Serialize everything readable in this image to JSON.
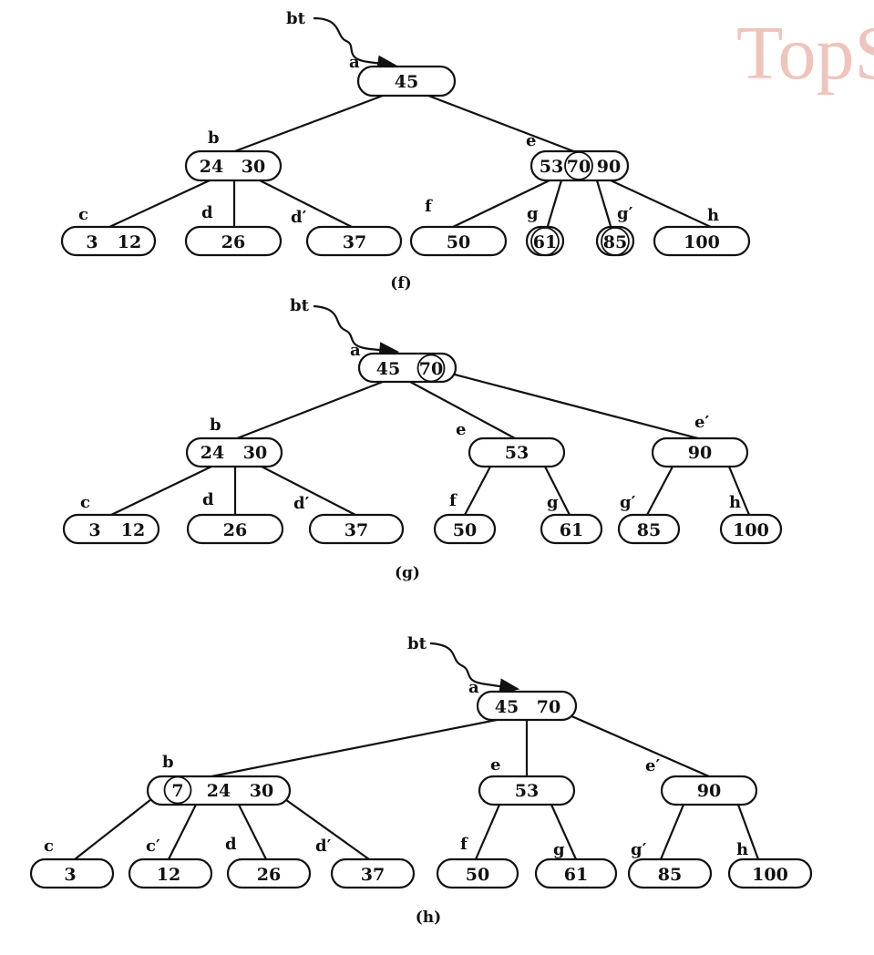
{
  "watermark": "TopS",
  "diagrams": [
    {
      "caption": "(f)",
      "root_pointer": "bt",
      "nodes": [
        {
          "id": "f-a",
          "label": "a",
          "keys": [
            "45"
          ]
        },
        {
          "id": "f-b",
          "label": "b",
          "keys": [
            "24",
            "30"
          ]
        },
        {
          "id": "f-e",
          "label": "e",
          "keys": [
            "53",
            "70",
            "90"
          ],
          "circled_keys": [
            "70"
          ]
        },
        {
          "id": "f-c",
          "label": "c",
          "keys": [
            "3",
            "12"
          ]
        },
        {
          "id": "f-d",
          "label": "d",
          "keys": [
            "26"
          ]
        },
        {
          "id": "f-d2",
          "label": "d′",
          "keys": [
            "37"
          ]
        },
        {
          "id": "f-f",
          "label": "f",
          "keys": [
            "50"
          ]
        },
        {
          "id": "f-g",
          "label": "g",
          "keys": [
            "61"
          ],
          "circled": true
        },
        {
          "id": "f-g2",
          "label": "g′",
          "keys": [
            "85"
          ],
          "circled": true
        },
        {
          "id": "f-h",
          "label": "h",
          "keys": [
            "100"
          ]
        }
      ]
    },
    {
      "caption": "(g)",
      "root_pointer": "bt",
      "nodes": [
        {
          "id": "g-a",
          "label": "a",
          "keys": [
            "45",
            "70"
          ],
          "circled_keys": [
            "70"
          ]
        },
        {
          "id": "g-b",
          "label": "b",
          "keys": [
            "24",
            "30"
          ]
        },
        {
          "id": "g-e",
          "label": "e",
          "keys": [
            "53"
          ]
        },
        {
          "id": "g-e2",
          "label": "e′",
          "keys": [
            "90"
          ]
        },
        {
          "id": "g-c",
          "label": "c",
          "keys": [
            "3",
            "12"
          ]
        },
        {
          "id": "g-d",
          "label": "d",
          "keys": [
            "26"
          ]
        },
        {
          "id": "g-d2",
          "label": "d′",
          "keys": [
            "37"
          ]
        },
        {
          "id": "g-f",
          "label": "f",
          "keys": [
            "50"
          ]
        },
        {
          "id": "g-g",
          "label": "g",
          "keys": [
            "61"
          ]
        },
        {
          "id": "g-g2",
          "label": "g′",
          "keys": [
            "85"
          ]
        },
        {
          "id": "g-h",
          "label": "h",
          "keys": [
            "100"
          ]
        }
      ]
    },
    {
      "caption": "(h)",
      "root_pointer": "bt",
      "nodes": [
        {
          "id": "h-a",
          "label": "a",
          "keys": [
            "45",
            "70"
          ]
        },
        {
          "id": "h-b",
          "label": "b",
          "keys": [
            "7",
            "24",
            "30"
          ],
          "circled_keys": [
            "7"
          ]
        },
        {
          "id": "h-e",
          "label": "e",
          "keys": [
            "53"
          ]
        },
        {
          "id": "h-e2",
          "label": "e′",
          "keys": [
            "90"
          ]
        },
        {
          "id": "h-c",
          "label": "c",
          "keys": [
            "3"
          ]
        },
        {
          "id": "h-c2",
          "label": "c′",
          "keys": [
            "12"
          ]
        },
        {
          "id": "h-d",
          "label": "d",
          "keys": [
            "26"
          ]
        },
        {
          "id": "h-d2",
          "label": "d′",
          "keys": [
            "37"
          ]
        },
        {
          "id": "h-f",
          "label": "f",
          "keys": [
            "50"
          ]
        },
        {
          "id": "h-g",
          "label": "g",
          "keys": [
            "61"
          ]
        },
        {
          "id": "h-g2",
          "label": "g′",
          "keys": [
            "85"
          ]
        },
        {
          "id": "h-h",
          "label": "h",
          "keys": [
            "100"
          ]
        }
      ]
    }
  ]
}
